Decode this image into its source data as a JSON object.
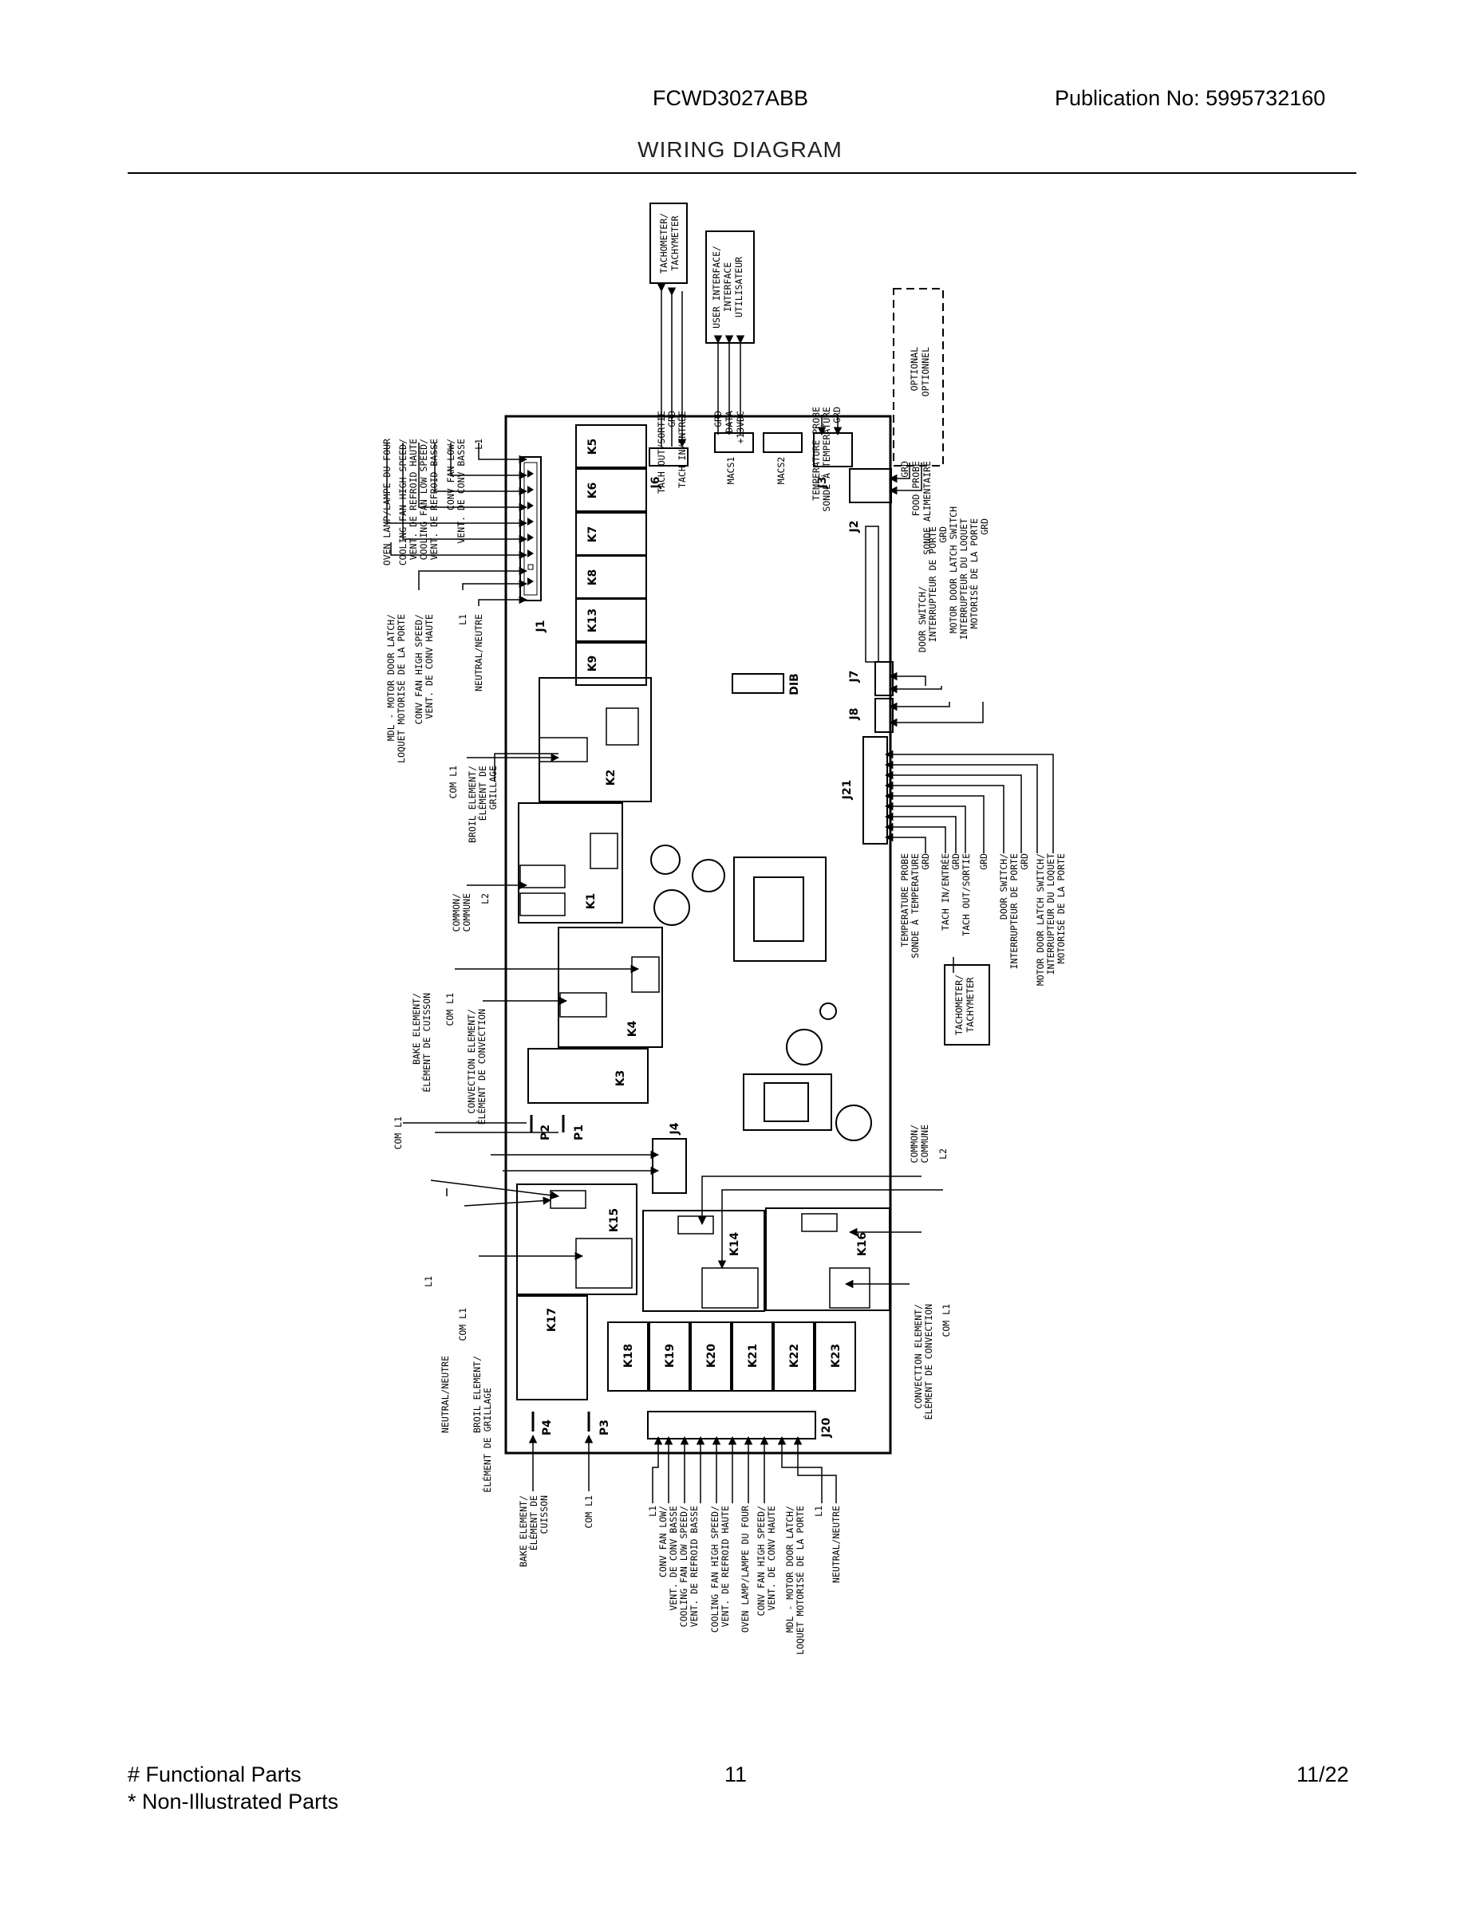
{
  "header": {
    "model": "FCWD3027ABB",
    "publication": "Publication No:  5995732160",
    "title": "WIRING DIAGRAM"
  },
  "footer": {
    "functional": "# Functional Parts",
    "non_illustrated": "* Non-Illustrated Parts",
    "page": "11",
    "date": "11/22"
  },
  "diagram": {
    "connectors": [
      "J1",
      "J2",
      "J3",
      "J4",
      "J6",
      "J7",
      "J8",
      "J20",
      "J21",
      "MACS1",
      "MACS2",
      "DIB",
      "P1",
      "P2",
      "P3",
      "P4"
    ],
    "relays": [
      "K1",
      "K2",
      "K3",
      "K4",
      "K5",
      "K6",
      "K7",
      "K8",
      "K9",
      "K13",
      "K14",
      "K15",
      "K16",
      "K17",
      "K18",
      "K19",
      "K20",
      "K21",
      "K22",
      "K23"
    ],
    "labels": {
      "tach_box": [
        "TACHOMETER/",
        "TACHYMETER"
      ],
      "ui_box": [
        "USER INTERFACE/",
        "INTERFACE",
        "UTILISATEUR"
      ],
      "tach_top": [
        "TACH OUT/SORTIE",
        "GRD",
        "TACH IN/ENTRÉE"
      ],
      "ui_top": [
        "GRD",
        "DATA",
        "+13VDC"
      ],
      "temp_top": [
        "TEMPERATURE PROBE",
        "SONDE À TEMPERATURE",
        "GRD"
      ],
      "optional": [
        "OPTIONAL",
        "OPTIONNEL"
      ],
      "food_probe": [
        "GRD",
        "FOOD PROBE",
        "SONDE ALIMENTAIRE"
      ],
      "j1_top": [
        "OVEN LAMP/LAMPE DU FOUR",
        "COOLING FAN HIGH SPEED/",
        "VENT. DE REFROID HAUTE",
        "COOLING FAN LOW SPEED/",
        "VENT. DE REFROID BASSE",
        "CONV FAN LOW/",
        "VENT. DE CONV BASSE",
        "L1"
      ],
      "j1_bottom": [
        "MDL - MOTOR DOOR LATCH/",
        "LOQUET MOTORISÉ DE LA PORTE",
        "CONV FAN HIGH SPEED/",
        "VENT. DE CONV HAUTE",
        "L1",
        "NEUTRAL/NEUTRE"
      ],
      "k2_left": [
        "COM L1",
        "BROIL ELEMENT/",
        "ÉLÉMENT DE",
        "GRILLAGE"
      ],
      "k1_left": [
        "COMMON/",
        "COMMUNE",
        "L2"
      ],
      "k4_left": [
        "BAKE ELEMENT/",
        "ÉLÉMENT DE CUISSON",
        "COM L1",
        "CONVECTION ELEMENT/",
        "ÉLÉMENT DE CONVECTION"
      ],
      "p_left": [
        "COM L1"
      ],
      "k15_left": [
        "L1",
        "NEUTRAL/NEUTRE",
        "COM L1",
        "BROIL ELEMENT/",
        "ÉLÉMENT DE GRILLAGE"
      ],
      "j7_right": [
        "DOOR SWITCH/",
        "INTERRUPTEUR DE PORTE",
        "GRD",
        "MOTOR DOOR LATCH SWITCH",
        "INTERRUPTEUR DU LOQUET",
        "MOTORISÉ DE LA PORTE",
        "GRD"
      ],
      "j21_right": [
        "TEMPERATURE PROBE",
        "SONDE À TEMPERATURE",
        "GRD",
        "TACH IN/ENTRÉE",
        "GRD",
        "TACH OUT/SORTIE",
        "GRD",
        "DOOR SWITCH/",
        "INTERRUPTEUR DE PORTE",
        "GRD",
        "MOTOR DOOR LATCH SWITCH/",
        "INTERRUPTEUR DU LOQUET",
        "MOTORISÉ DE LA PORTE"
      ],
      "tach_box2": [
        "TACHOMETER/",
        "TACHYMETER"
      ],
      "common_right": [
        "COMMON/",
        "COMMUNE",
        "L2"
      ],
      "k17_right": [
        "CONVECTION ELEMENT/",
        "ÉLÉMENT DE CONVECTION",
        "COM L1"
      ],
      "p4_bottom": [
        "BAKE ELEMENT/",
        "ÉLÉMENT DE",
        "CUISSON"
      ],
      "p3_bottom": [
        "COM L1"
      ],
      "j20_bottom": [
        "L1",
        "CONV FAN LOW/",
        "VENT. DE CONV BASSE",
        "COOLING FAN LOW SPEED/",
        "VENT. DE REFROID BASSE",
        "COOLING FAN HIGH SPEED/",
        "VENT. DE REFROID HAUTE",
        "OVEN LAMP/LAMPE DU FOUR",
        "CONV FAN HIGH SPEED/",
        "VENT. DE CONV HAUTE",
        "MDL - MOTOR DOOR LATCH/",
        "LOQUET MOTORISÉ DE LA PORTE",
        "L1",
        "NEUTRAL/NEUTRE"
      ]
    }
  }
}
